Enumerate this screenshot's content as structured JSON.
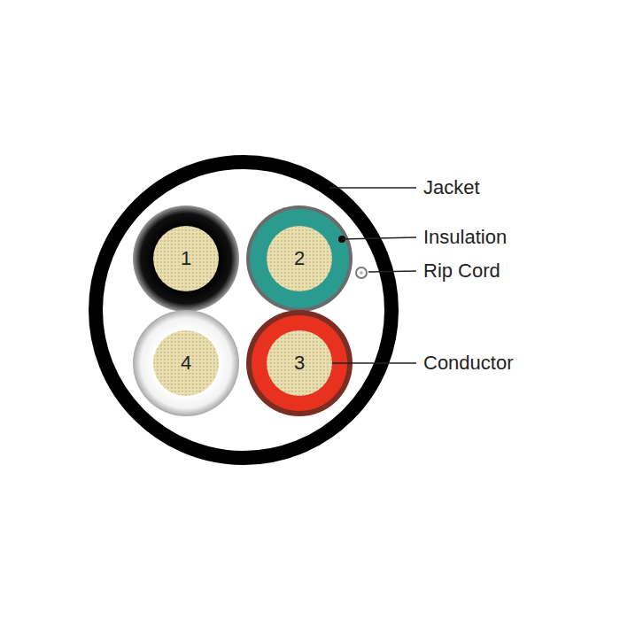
{
  "diagram": {
    "nodes": [
      {
        "text": [
          "1"
        ]
      },
      {
        "text": [
          "2"
        ]
      },
      {
        "text": [
          "3"
        ]
      },
      {
        "text": [
          "4"
        ]
      }
    ],
    "labels": [
      "Jacket",
      "Insulation",
      "Rip Cord",
      "Conductor"
    ]
  }
}
